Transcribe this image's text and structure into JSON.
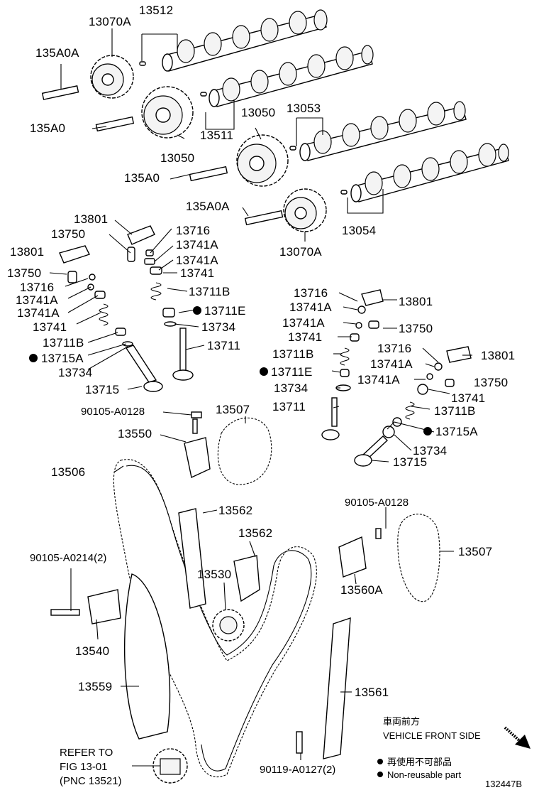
{
  "labels": {
    "l_13070A_top": "13070A",
    "l_13512": "13512",
    "l_135A0A_top": "135A0A",
    "l_135A0_top": "135A0",
    "l_13050_a": "13050",
    "l_13511": "13511",
    "l_13050_b": "13050",
    "l_13053": "13053",
    "l_135A0_mid": "135A0",
    "l_135A0A_mid": "135A0A",
    "l_13054": "13054",
    "l_13070A_mid": "13070A",
    "l_13801_a": "13801",
    "l_13750_a": "13750",
    "l_13716_a": "13716",
    "l_13741A_a": "13741A",
    "l_13741A_b": "13741A",
    "l_13801_b": "13801",
    "l_13741_a": "13741",
    "l_13750_b": "13750",
    "l_13711B_a": "13711B",
    "l_13716_b": "13716",
    "l_13711E_a": "13711E",
    "l_13741A_c": "13741A",
    "l_13741A_d": "13741A",
    "l_13734_a": "13734",
    "l_13741_b": "13741",
    "l_13711_a": "13711",
    "l_13711B_b": "13711B",
    "l_13715A_a": "13715A",
    "l_13734_b": "13734",
    "l_13715_a": "13715",
    "l_13716_c": "13716",
    "l_13801_c": "13801",
    "l_13741A_e": "13741A",
    "l_13741A_f": "13741A",
    "l_13750_c": "13750",
    "l_13741_c": "13741",
    "l_13716_d": "13716",
    "l_13801_d": "13801",
    "l_13711B_c": "13711B",
    "l_13741A_g": "13741A",
    "l_13711E_b": "13711E",
    "l_13741A_h": "13741A",
    "l_13750_d": "13750",
    "l_13734_c": "13734",
    "l_13741_d": "13741",
    "l_13711_b": "13711",
    "l_13711B_d": "13711B",
    "l_13715A_b": "13715A",
    "l_13734_d": "13734",
    "l_13715_b": "13715",
    "l_90105_A0128_a": "90105-A0128",
    "l_13507_a": "13507",
    "l_13550": "13550",
    "l_13506": "13506",
    "l_13562_a": "13562",
    "l_13562_b": "13562",
    "l_90105_A0128_b": "90105-A0128",
    "l_13507_b": "13507",
    "l_90105_A0214": "90105-A0214(2)",
    "l_13530": "13530",
    "l_13560A": "13560A",
    "l_13540": "13540",
    "l_13559": "13559",
    "l_13561": "13561",
    "l_refer_1": "REFER TO",
    "l_refer_2": "FIG 13-01",
    "l_refer_3": "(PNC 13521)",
    "l_90119_A0127": "90119-A0127(2)"
  },
  "legend": {
    "direction_jp": "車両前方",
    "direction_en": "VEHICLE FRONT SIDE",
    "nonreusable_jp": "再使用不可部品",
    "nonreusable_en": "Non-reusable part"
  },
  "figure_code": "132447B",
  "colors": {
    "ink": "#000000",
    "paper": "#ffffff"
  }
}
